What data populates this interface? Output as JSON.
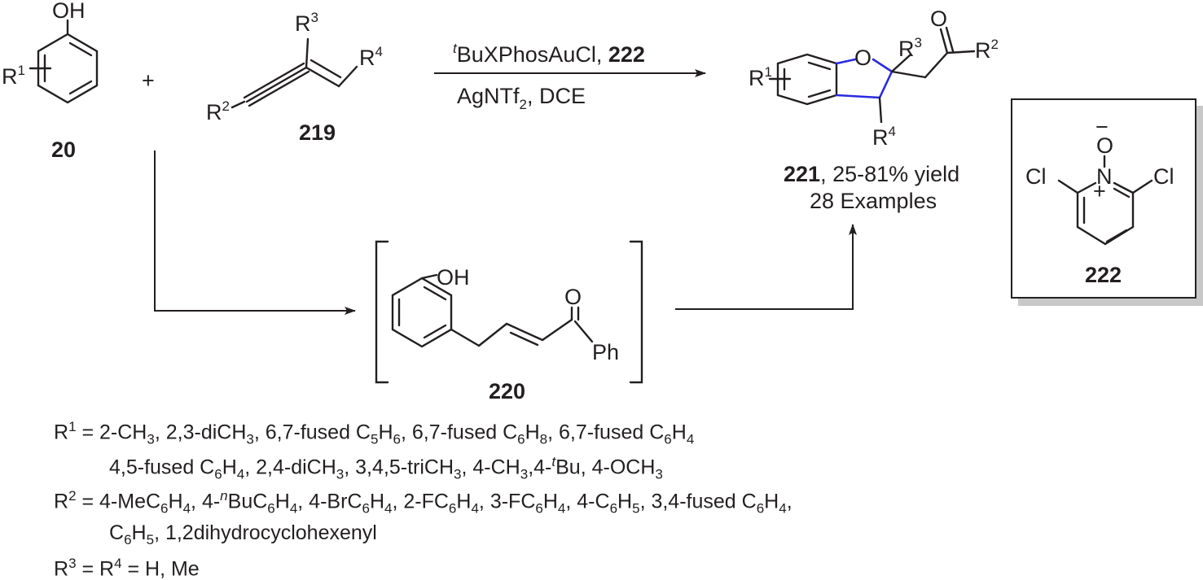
{
  "compounds": {
    "phenol": {
      "id": "20",
      "oh": "OH",
      "r1": "R1"
    },
    "enyne": {
      "id": "219",
      "r2": "R2",
      "r3": "R3",
      "r4": "R4"
    },
    "intermediate": {
      "id": "220",
      "oh": "OH",
      "o": "O",
      "ph": "Ph"
    },
    "product": {
      "id": "221",
      "yield": ", 25-81% yield",
      "examples": "28 Examples",
      "o_ring": "O",
      "o_ketone": "O",
      "r1": "R1",
      "r2": "R2",
      "r3": "R3",
      "r4": "R4"
    },
    "oxidant": {
      "id": "222",
      "cl_left": "Cl",
      "cl_right": "Cl",
      "n": "N",
      "o": "O",
      "plus": "+",
      "minus": "−"
    }
  },
  "plus_sign": "+",
  "conditions": {
    "line1_prefix": "t",
    "line1_catalyst": "BuXPhosAuCl, ",
    "line1_additive": "222",
    "line2_reagent": "AgNTf",
    "line2_sub": "2",
    "line2_solvent": ", DCE"
  },
  "substituents": [
    "R^1 = 2-CH_3, 2,3-diCH_3, 6,7-fused C_5H_6, 6,7-fused C_6H_8, 6,7-fused C_6H_4",
    "4,5-fused C_6H_4, 2,4-diCH_3, 3,4,5-triCH_3, 4-CH_3,4-^tBu, 4-OCH_3",
    "R^2 = 4-MeC_6H_4, 4-^nBuC_6H_4, 4-BrC_6H_4, 2-FC_6H_4, 3-FC_6H_4, 4-C_6H_5, 3,4-fused C_6H_4,",
    "C_6H_5, 1,2dihydrocyclohexenyl",
    "R^3 = R^4 =  H, Me"
  ],
  "colors": {
    "bond": "#231f20",
    "new_bond": "#2a2ae0",
    "box_shadow": "#c8c8c8"
  }
}
